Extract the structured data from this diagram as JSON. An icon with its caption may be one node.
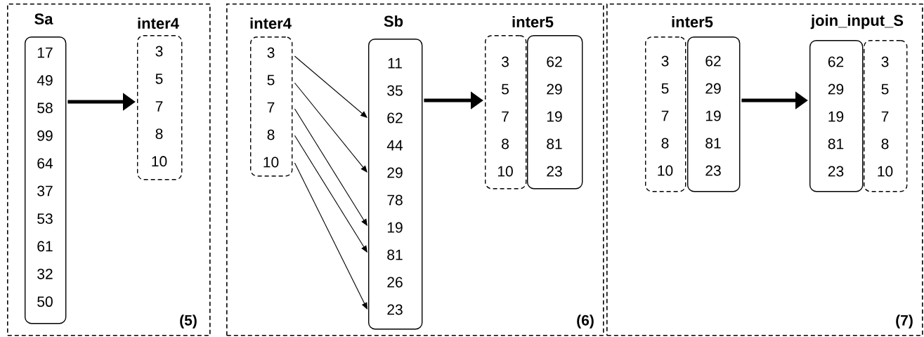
{
  "diagram": {
    "nodes": [
      {
        "text": [
          "(5)"
        ]
      },
      {
        "text": [
          "Sa",
          "17",
          "49",
          "58",
          "99",
          "64",
          "37",
          "53",
          "61",
          "32",
          "50"
        ],
        "in": 0
      },
      {
        "text": [
          "inter4",
          "3",
          "5",
          "7",
          "8",
          "10"
        ],
        "in": 0
      },
      {
        "text": [
          "(6)"
        ]
      },
      {
        "text": [
          "inter4",
          "3",
          "5",
          "7",
          "8",
          "10"
        ],
        "in": 3
      },
      {
        "text": [
          "Sb",
          "11",
          "35",
          "62",
          "44",
          "29",
          "78",
          "19",
          "81",
          "26",
          "23"
        ],
        "in": 3
      },
      {
        "text": [
          "inter5",
          "3",
          "5",
          "7",
          "8",
          "10"
        ],
        "in": 3
      },
      {
        "text": [
          "62",
          "29",
          "19",
          "81",
          "23"
        ],
        "in": 3
      },
      {
        "text": [
          "(7)"
        ]
      },
      {
        "text": [
          "inter5",
          "3",
          "5",
          "7",
          "8",
          "10"
        ],
        "in": 8
      },
      {
        "text": [
          "62",
          "29",
          "19",
          "81",
          "23"
        ],
        "in": 8
      },
      {
        "text": [
          "join_input_S",
          "62",
          "29",
          "19",
          "81",
          "23"
        ],
        "in": 8
      },
      {
        "text": [
          "3",
          "5",
          "7",
          "8",
          "10"
        ],
        "in": 8
      }
    ],
    "edges": [
      {
        "from": 1,
        "to": 2,
        "arrow": "to",
        "style": "thick"
      },
      {
        "from": 4,
        "to": 5,
        "arrow": "to"
      },
      {
        "from": 4,
        "to": 5,
        "arrow": "to"
      },
      {
        "from": 4,
        "to": 5,
        "arrow": "to"
      },
      {
        "from": 4,
        "to": 5,
        "arrow": "to"
      },
      {
        "from": 4,
        "to": 5,
        "arrow": "to"
      },
      {
        "from": 5,
        "to": 6,
        "arrow": "to",
        "style": "thick"
      },
      {
        "from": 10,
        "to": 11,
        "arrow": "to",
        "style": "thick"
      }
    ]
  }
}
